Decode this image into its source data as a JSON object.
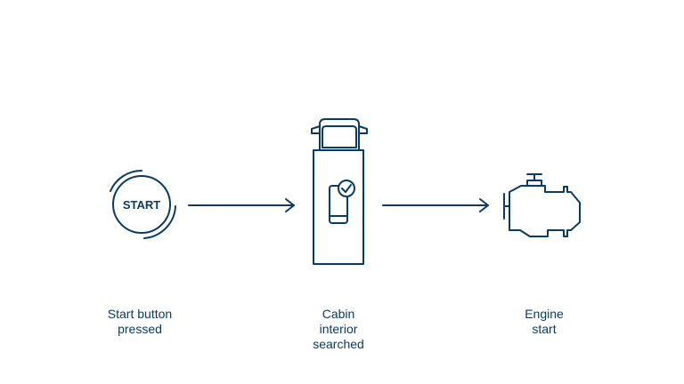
{
  "colors": {
    "stroke": "#0b3b60",
    "background": "#ffffff"
  },
  "start_button": {
    "text": "START",
    "icon": "start-button-icon"
  },
  "steps": [
    {
      "icon": "start-button-icon",
      "label_lines": [
        "Start button",
        "pressed"
      ]
    },
    {
      "icon": "van-cabin-check-icon",
      "label_lines": [
        "Cabin",
        "interior",
        "searched"
      ]
    },
    {
      "icon": "engine-icon",
      "label_lines": [
        "Engine",
        "start"
      ]
    }
  ],
  "connectors": [
    "arrow-right-icon",
    "arrow-right-icon"
  ]
}
